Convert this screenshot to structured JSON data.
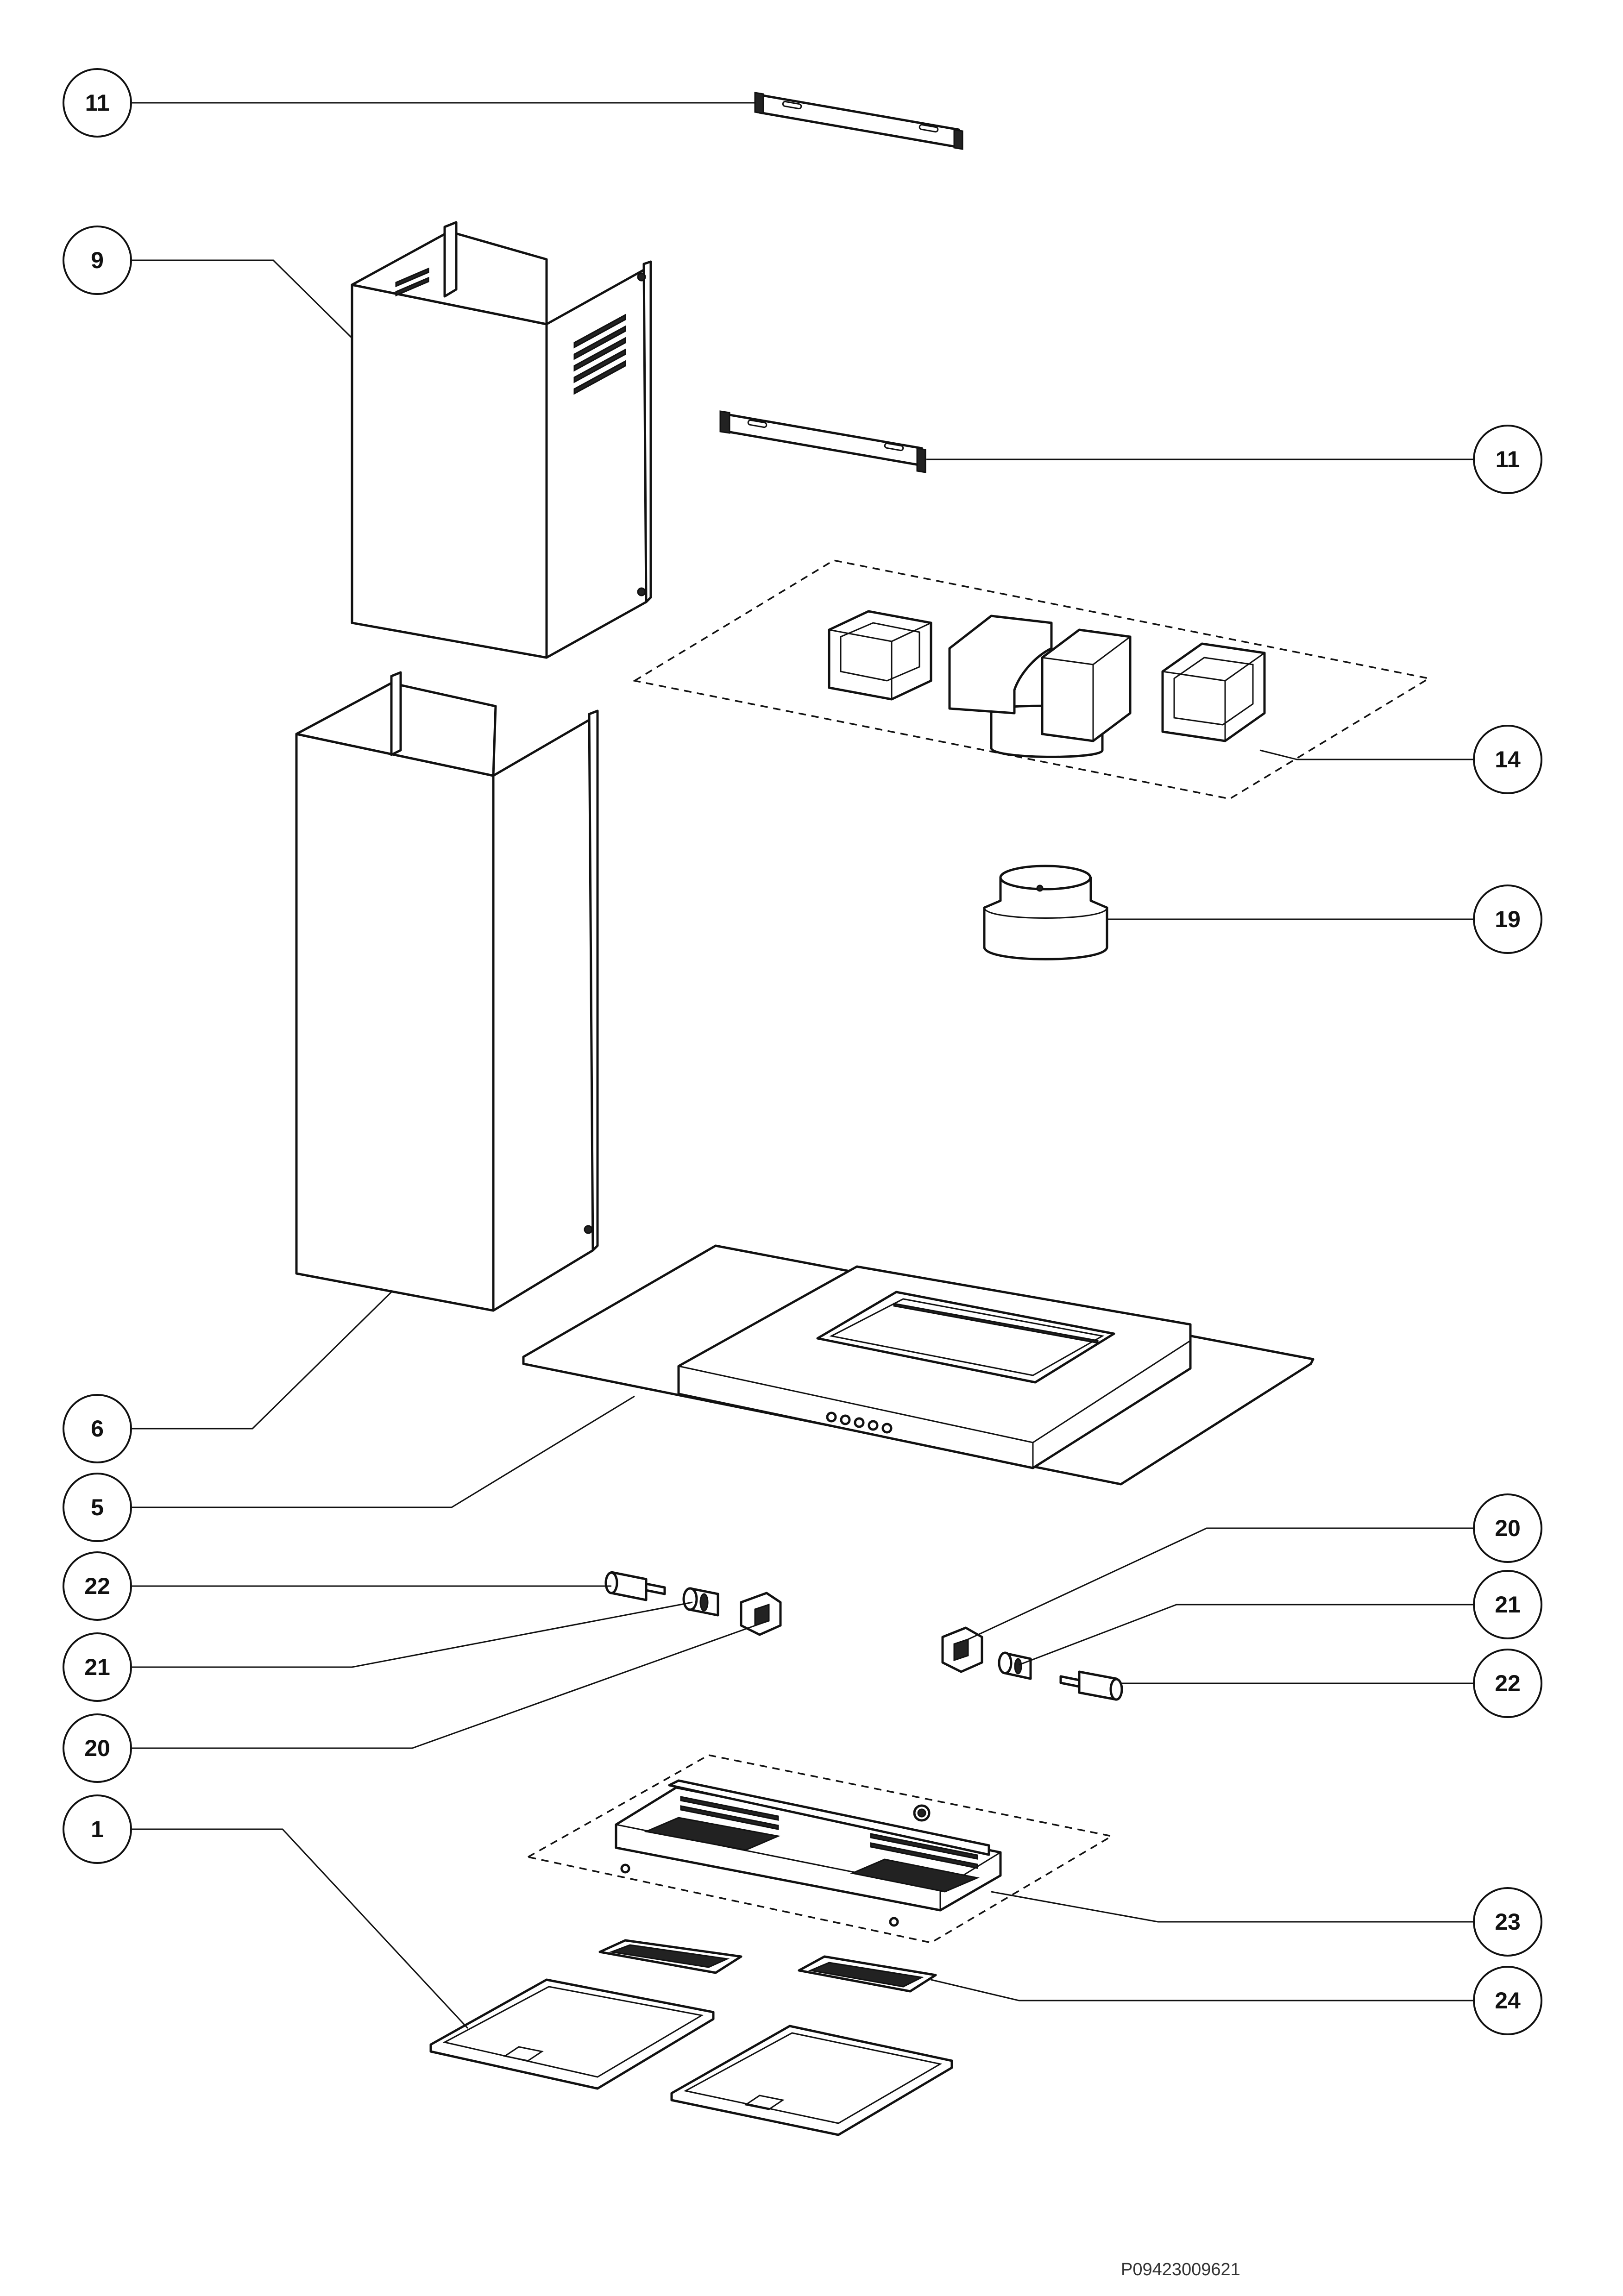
{
  "callouts": [
    {
      "id": "c11a",
      "label": "11"
    },
    {
      "id": "c9",
      "label": "9"
    },
    {
      "id": "c11b",
      "label": "11"
    },
    {
      "id": "c14",
      "label": "14"
    },
    {
      "id": "c19",
      "label": "19"
    },
    {
      "id": "c6",
      "label": "6"
    },
    {
      "id": "c5",
      "label": "5"
    },
    {
      "id": "c20r",
      "label": "20"
    },
    {
      "id": "c22l",
      "label": "22"
    },
    {
      "id": "c21r",
      "label": "21"
    },
    {
      "id": "c21l",
      "label": "21"
    },
    {
      "id": "c22r",
      "label": "22"
    },
    {
      "id": "c20l",
      "label": "20"
    },
    {
      "id": "c1",
      "label": "1"
    },
    {
      "id": "c23",
      "label": "23"
    },
    {
      "id": "c24",
      "label": "24"
    }
  ],
  "document_number": "P09423009621"
}
